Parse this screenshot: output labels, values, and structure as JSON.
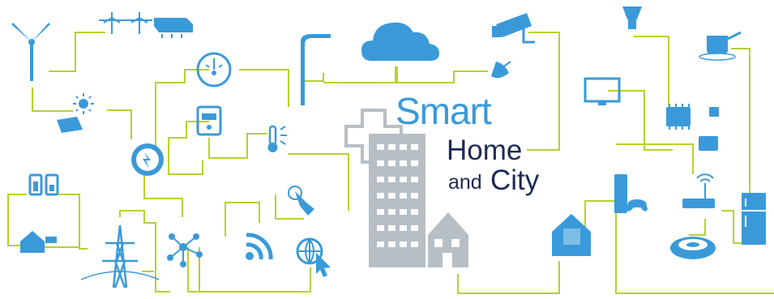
{
  "title": {
    "smart": "Smart",
    "home": "Home",
    "and": "and",
    "city": "City"
  },
  "colors": {
    "accent_blue": "#3a9ad9",
    "wire_green": "#b6d130",
    "building_gray": "#b7bec4",
    "title_navy": "#1e2a55",
    "background": "#ffffff"
  },
  "icons": [
    "wind-turbine-icon",
    "power-line-icon",
    "router-icon",
    "gauge-icon",
    "street-lamp-icon",
    "cloud-icon",
    "security-camera-icon",
    "satellite-dish-icon",
    "spotlight-bulb-icon",
    "cooking-pot-icon",
    "solar-panel-icon",
    "smart-meter-icon",
    "thermometer-icon",
    "tv-icon",
    "chip-icon",
    "energy-dial-icon",
    "batteries-icon",
    "touch-icon",
    "house-icon",
    "transmission-tower-icon",
    "network-hub-icon",
    "wifi-icon",
    "globe-click-icon",
    "smart-house-icon",
    "game-console-icon",
    "wifi-router-icon",
    "robot-vacuum-icon",
    "refrigerator-icon",
    "buildings-illustration",
    "medical-cross-icon"
  ]
}
